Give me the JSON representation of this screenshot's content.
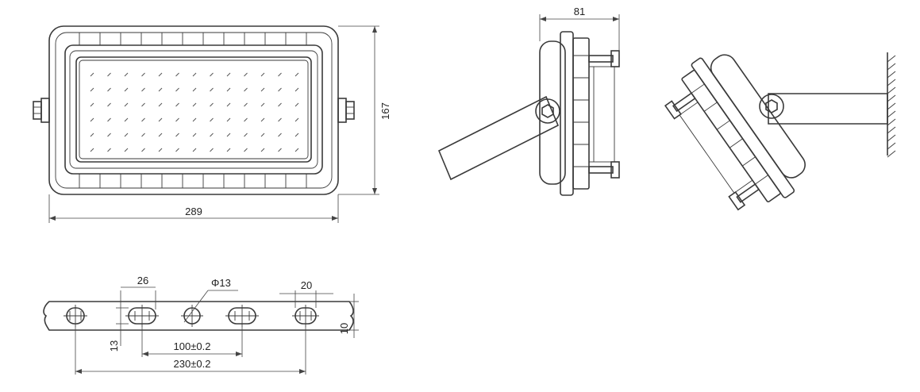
{
  "front_view": {
    "width_label": "289",
    "height_label": "167"
  },
  "side_view": {
    "depth_label": "81"
  },
  "bracket_view": {
    "slot_length_label": "26",
    "hole_diameter_label": "Φ13",
    "slot_end_label": "20",
    "bracket_width_label": "13",
    "bracket_thickness_label": "10",
    "slot_spacing_label": "100±0.2",
    "total_spacing_label": "230±0.2"
  },
  "colors": {
    "line": "#3a3a3a",
    "background": "#ffffff"
  }
}
